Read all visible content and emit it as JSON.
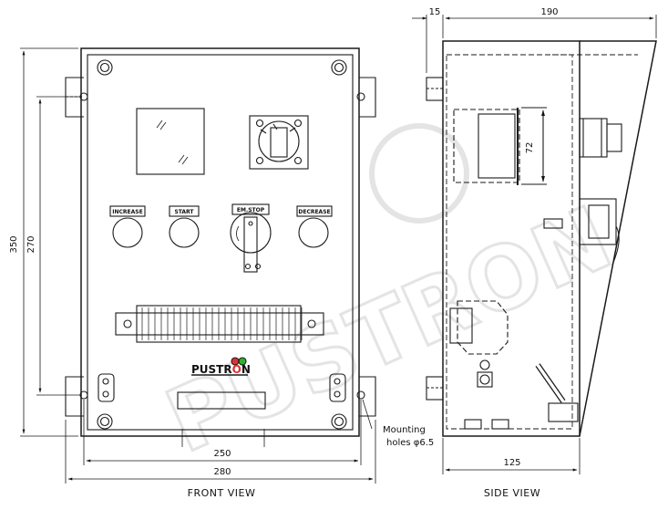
{
  "front_view": {
    "caption": "FRONT VIEW",
    "dims": {
      "height": "350",
      "inner_height": "270",
      "inner_width": "250",
      "width": "280"
    },
    "buttons": {
      "increase": "INCREASE",
      "start": "START",
      "em_stop": "EM.STOP",
      "decrease": "DECREASE"
    },
    "brand": {
      "before": "PUSTR",
      "o": "O",
      "after": "N"
    },
    "mounting_note": {
      "line1": "Mounting",
      "line2": "holes φ6.5"
    }
  },
  "side_view": {
    "caption": "SIDE VIEW",
    "dims": {
      "top_small": "15",
      "top_depth": "190",
      "window": "72",
      "bottom_depth": "125"
    }
  },
  "watermark": "PUSTRON",
  "colors": {
    "line": "#1a1a1a",
    "panel_fill": "#d9d9d9",
    "light_red": "#e03030",
    "light_green": "#30b030",
    "watermark": "#e6e6e6"
  }
}
